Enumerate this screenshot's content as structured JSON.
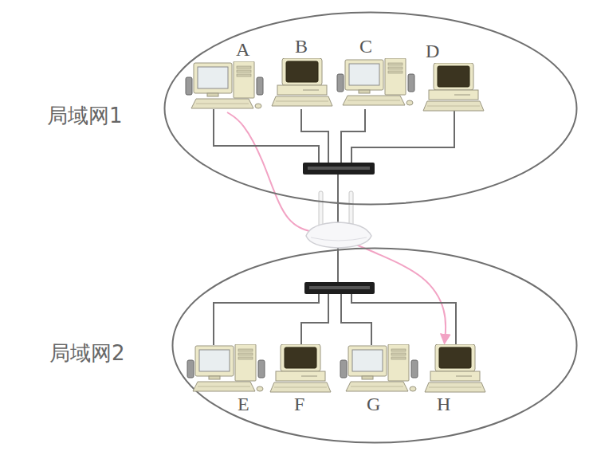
{
  "diagram": {
    "nodes": [
      {
        "text": [
          "局域网1"
        ]
      },
      {
        "text": [
          "A"
        ],
        "in": 0
      },
      {
        "text": [
          "B"
        ],
        "in": 0
      },
      {
        "text": [
          "C"
        ],
        "in": 0
      },
      {
        "text": [
          "D"
        ],
        "in": 0
      },
      {
        "text": [
          "局域网2"
        ]
      },
      {
        "text": [
          "E"
        ],
        "in": 5
      },
      {
        "text": [
          "F"
        ],
        "in": 5
      },
      {
        "text": [
          "G"
        ],
        "in": 5
      },
      {
        "text": [
          "H"
        ],
        "in": 5
      }
    ],
    "edges": [
      {
        "from": 1,
        "to": 9,
        "arrow": "to"
      }
    ]
  }
}
